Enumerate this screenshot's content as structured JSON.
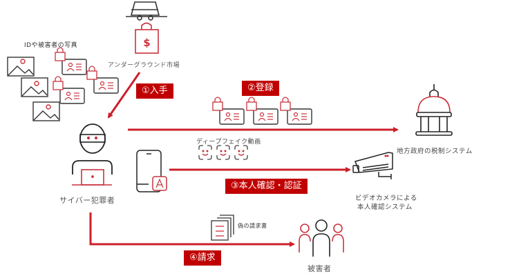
{
  "colors": {
    "accent": "#c00000",
    "arrow": "#cc1f2a",
    "icon_dark": "#333333",
    "icon_red": "#c8323c",
    "label": "#555555"
  },
  "nodes": {
    "underground_market": {
      "label": "アンダーグラウンド市場",
      "icon": "hacker-with-moneybag-icon"
    },
    "id_photos": {
      "label": "IDや被害者の写真",
      "icon": "id-cards-and-photos-icon"
    },
    "cybercriminal": {
      "label": "サイバー犯罪者",
      "icon": "masked-criminal-with-laptop-icon"
    },
    "tax_system": {
      "label": "地方政府の税制システム",
      "icon": "government-building-icon"
    },
    "deepfake_video": {
      "label": "ディープフェイク動画",
      "icon": "face-scan-icon"
    },
    "video_camera_system": {
      "label_line1": "ビデオカメラによる",
      "label_line2": "本人確認システム",
      "icon": "security-camera-icon"
    },
    "fake_invoice": {
      "label": "偽の請求書",
      "icon": "documents-icon"
    },
    "victims": {
      "label": "被害者",
      "icon": "people-group-icon"
    },
    "smartphone": {
      "icon": "smartphone-app-icon"
    }
  },
  "steps": [
    {
      "id": 1,
      "label": "①入手"
    },
    {
      "id": 2,
      "label": "②登録"
    },
    {
      "id": 3,
      "label": "③本人確認・認証"
    },
    {
      "id": 4,
      "label": "④請求"
    }
  ]
}
